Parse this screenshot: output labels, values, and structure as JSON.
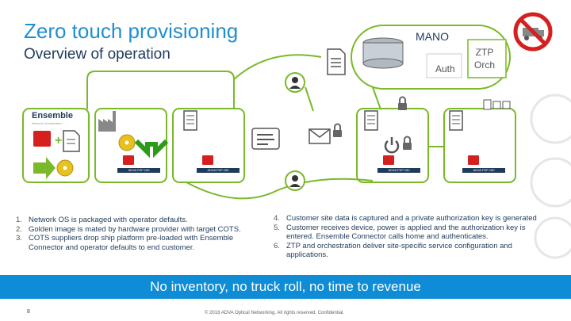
{
  "header": {
    "title": "Zero touch provisioning",
    "subtitle": "Overview of operation"
  },
  "diagram": {
    "mano_label": "MANO",
    "auth_label": "Auth",
    "ztp_label_line1": "ZTP",
    "ztp_label_line2": "Orch",
    "ensemble_logo": "Ensemble",
    "ensemble_tagline": "Network Virtualization",
    "device_strip_label": "ADVA FSP 150",
    "accent_green": "#7ab929",
    "accent_blue": "#0e8cd6"
  },
  "left_steps": [
    {
      "num": "1.",
      "text": "Network OS is packaged with operator defaults."
    },
    {
      "num": "2.",
      "text": "Golden image is mated by hardware provider with target COTS."
    },
    {
      "num": "3.",
      "text": "COTS suppliers drop ship platform pre-loaded with Ensemble Connector and operator defaults to end customer."
    }
  ],
  "right_steps": [
    {
      "num": "4.",
      "text": "Customer site data is captured and a private authorization key is generated"
    },
    {
      "num": "5.",
      "text": "Customer receives device, power is applied and the authorization key is entered. Ensemble Connector calls home and authenticates."
    },
    {
      "num": "6.",
      "text": "ZTP and orchestration deliver site-specific service configuration and applications."
    }
  ],
  "banner": "No inventory, no truck roll, no time to revenue",
  "footer": {
    "page_number": "8",
    "copyright": "© 2018 ADVA Optical Networking. All rights reserved. Confidential."
  }
}
